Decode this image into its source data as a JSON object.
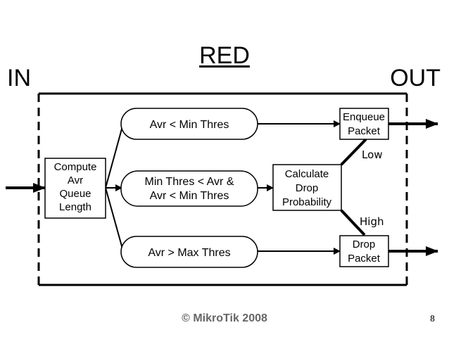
{
  "title": "RED",
  "in_label": "IN",
  "out_label": "OUT",
  "nodes": {
    "compute": [
      "Compute",
      "Avr",
      "Queue",
      "Length"
    ],
    "branch_low": [
      "Avr < Min Thres"
    ],
    "branch_mid": [
      "Min Thres < Avr &",
      "Avr < Min Thres"
    ],
    "branch_high": [
      "Avr > Max Thres"
    ],
    "calculate": [
      "Calculate",
      "Drop",
      "Probability"
    ],
    "enqueue": [
      "Enqueue",
      "Packet"
    ],
    "drop": [
      "Drop",
      "Packet"
    ]
  },
  "edges": {
    "low": "Low",
    "high": "High"
  },
  "footer": {
    "copyright": "© MikroTik  2008",
    "page_number": "8"
  }
}
